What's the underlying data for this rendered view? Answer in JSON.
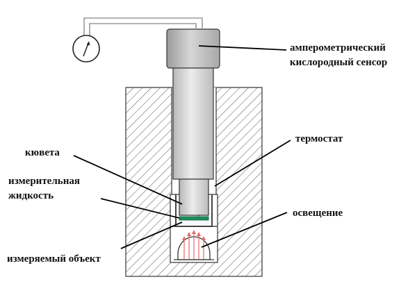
{
  "labels": {
    "sensor_line1": "амперометрический",
    "sensor_line2": "кислородный сенсор",
    "thermostat": "термостат",
    "cuvette": "кювета",
    "liquid_line1": "измерительная",
    "liquid_line2": "жидкость",
    "illumination": "освещение",
    "object": "измеряемый объект"
  },
  "icons": {
    "meter": "ammeter-gauge-icon"
  },
  "colors": {
    "hatch_fill": "#ffffff",
    "hatch_stroke": "#555555",
    "sensor_cap": "#c4c4c4",
    "sensor_body": "#d8d8d8",
    "membrane": "#1f8f5a",
    "bubbles": "#3f8fd0",
    "light_arrows": "#e06a6a"
  }
}
